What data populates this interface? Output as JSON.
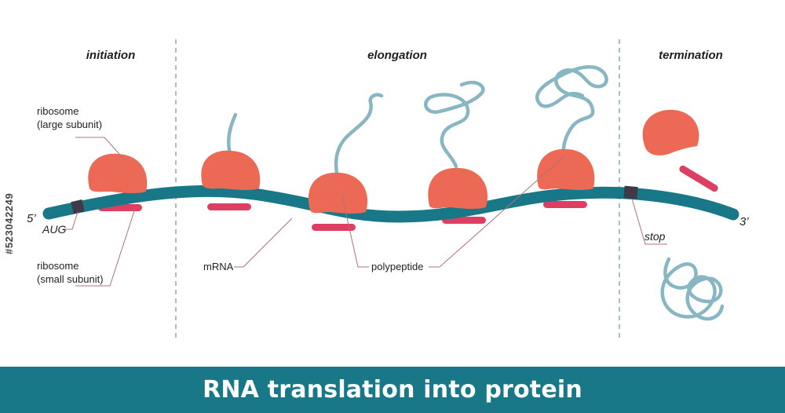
{
  "phases": {
    "initiation": "initiation",
    "elongation": "elongation",
    "termination": "termination"
  },
  "labels": {
    "ribosome_large_line1": "ribosome",
    "ribosome_large_line2": "(large subunit)",
    "ribosome_small_line1": "ribosome",
    "ribosome_small_line2": "(small subunit)",
    "aug": "AUG",
    "mrna": "mRNA",
    "polypeptide": "polypeptide",
    "stop": "stop",
    "five_prime": "5’",
    "three_prime": "3’"
  },
  "title": "RNA translation into protein",
  "stock_id": "#523042249",
  "colors": {
    "mrna": "#197887",
    "ribosome_large": "#ec6a55",
    "ribosome_small": "#dd3f63",
    "polypeptide": "#88b7c3",
    "codon": "#3e3a48",
    "banner": "#197887"
  }
}
